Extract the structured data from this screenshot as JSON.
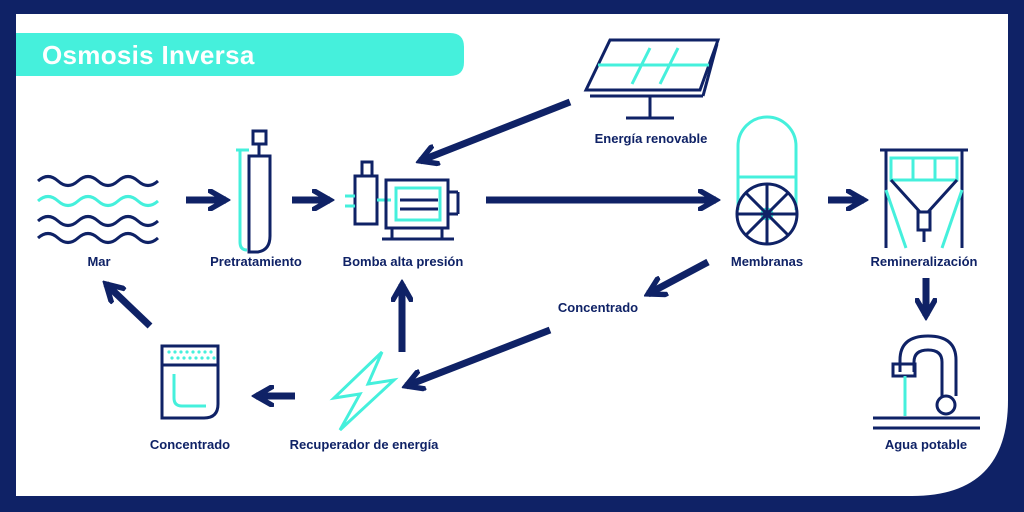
{
  "title": "Osmosis Inversa",
  "colors": {
    "navy": "#0f2266",
    "aqua": "#45f0dc",
    "background": "#ffffff"
  },
  "nodes": {
    "mar": {
      "label": "Mar",
      "icon": "sea-waves-icon"
    },
    "pretratamiento": {
      "label": "Pretratamiento",
      "icon": "filter-tank-icon"
    },
    "bomba": {
      "label": "Bomba alta presión",
      "icon": "pump-motor-icon"
    },
    "energia_renovable": {
      "label": "Energía renovable",
      "icon": "solar-panel-icon"
    },
    "membranas": {
      "label": "Membranas",
      "icon": "membrane-vessel-icon"
    },
    "remineralizacion": {
      "label": "Remineralización",
      "icon": "silo-icon"
    },
    "agua_potable": {
      "label": "Agua potable",
      "icon": "water-tap-icon"
    },
    "concentrado_medio": {
      "label": "Concentrado"
    },
    "recuperador": {
      "label": "Recuperador de energía",
      "icon": "lightning-bolt-icon"
    },
    "concentrado": {
      "label": "Concentrado",
      "icon": "concentrate-tank-icon"
    }
  }
}
